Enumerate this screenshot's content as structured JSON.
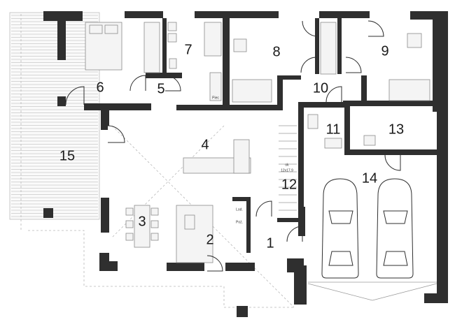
{
  "rooms": {
    "r1": "1",
    "r2": "2",
    "r3": "3",
    "r4": "4",
    "r5": "5",
    "r6": "6",
    "r7": "7",
    "r8": "8",
    "r9": "9",
    "r10": "10",
    "r11": "11",
    "r12": "12",
    "r13": "13",
    "r14": "14",
    "r15": "15"
  },
  "labels": {
    "fridge_a": "Lod.",
    "fridge_b": "Poż.",
    "boiler": "Piec",
    "stairs_a": "ok",
    "stairs_b": "12x17,9"
  },
  "colors": {
    "wall": "#2f2f2f",
    "furniture": "#f4f4f4",
    "deck": "#c9c9c9"
  }
}
